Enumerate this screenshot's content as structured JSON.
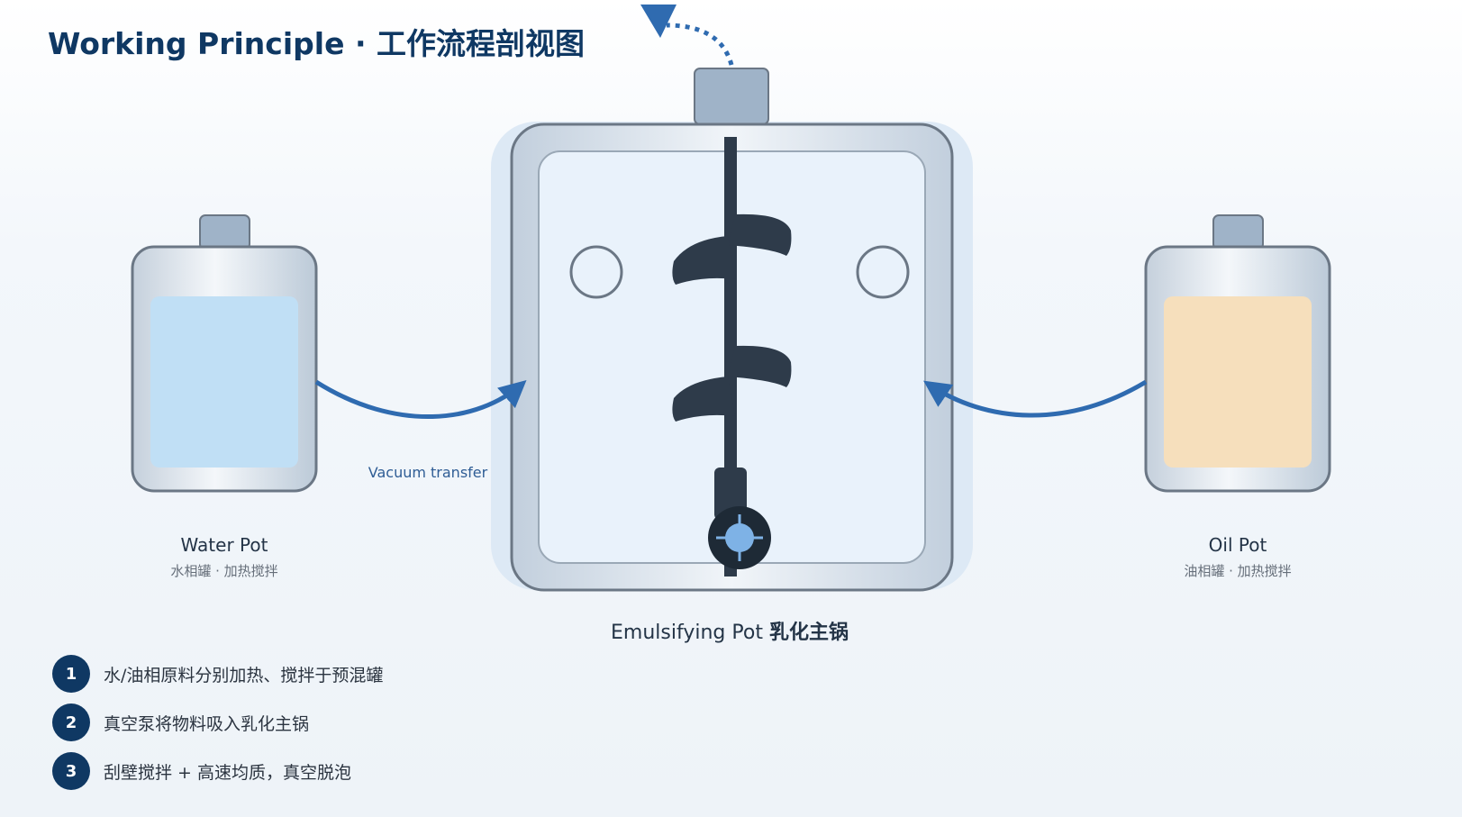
{
  "title": "Working Principle · 工作流程剖视图",
  "water_pot": {
    "name": "Water Pot",
    "subtitle": "水相罐 · 加热搅拌",
    "liquid_color": "#c0dff5"
  },
  "oil_pot": {
    "name": "Oil Pot",
    "subtitle": "油相罐 · 加热搅拌",
    "liquid_color": "#f6dfbc"
  },
  "main_pot": {
    "name": "Emulsifying Pot",
    "name_cn": "乳化主锅"
  },
  "transfer_label": "Vacuum transfer",
  "steps": [
    {
      "num": "1",
      "text": "水/油相原料分别加热、搅拌于预混罐"
    },
    {
      "num": "2",
      "text": "真空泵将物料吸入乳化主锅"
    },
    {
      "num": "3",
      "text": "刮壁搅拌 + 高速均质，真空脱泡"
    }
  ],
  "colors": {
    "accent": "#0f3863",
    "arrow": "#2f6bb0",
    "vessel_fill": "#e9f2fb",
    "vessel_stroke": "#6b7785",
    "cap": "#9fb3c8",
    "agitator": "#2e3b4a",
    "homogenizer_core": "#7eb2e6"
  },
  "icons": {
    "rotation_indicator": "dotted-rotation-arrow-icon",
    "homogenizer": "homogenizer-icon"
  }
}
